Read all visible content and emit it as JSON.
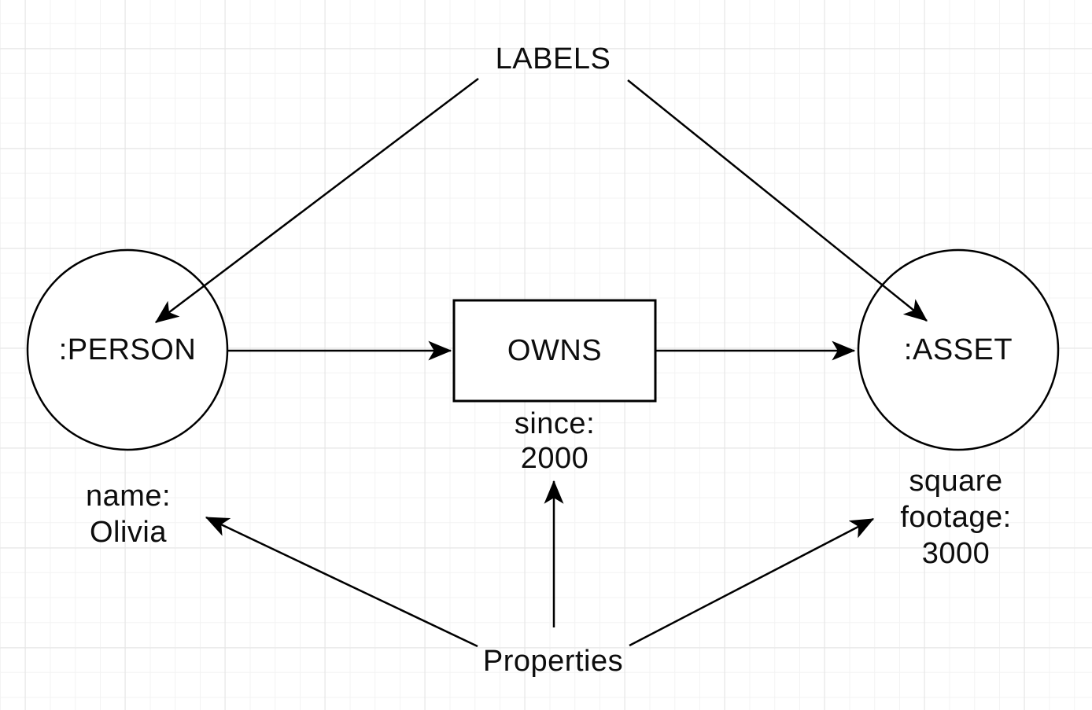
{
  "diagram": {
    "labels_title": "LABELS",
    "properties_title": "Properties",
    "person": {
      "label": ":PERSON",
      "properties": {
        "line1": "name:",
        "line2": "Olivia"
      }
    },
    "relationship": {
      "label": "OWNS",
      "properties": {
        "line1": "since:",
        "line2": "2000"
      }
    },
    "asset": {
      "label": ":ASSET",
      "properties": {
        "line1": "square",
        "line2": "footage:",
        "line3": "3000"
      }
    },
    "colors": {
      "stroke": "#000000",
      "text": "#0d0d0d",
      "background": "#ffffff",
      "grid_minor": "#f3f3f3",
      "grid_major": "#e4e4e4"
    }
  }
}
